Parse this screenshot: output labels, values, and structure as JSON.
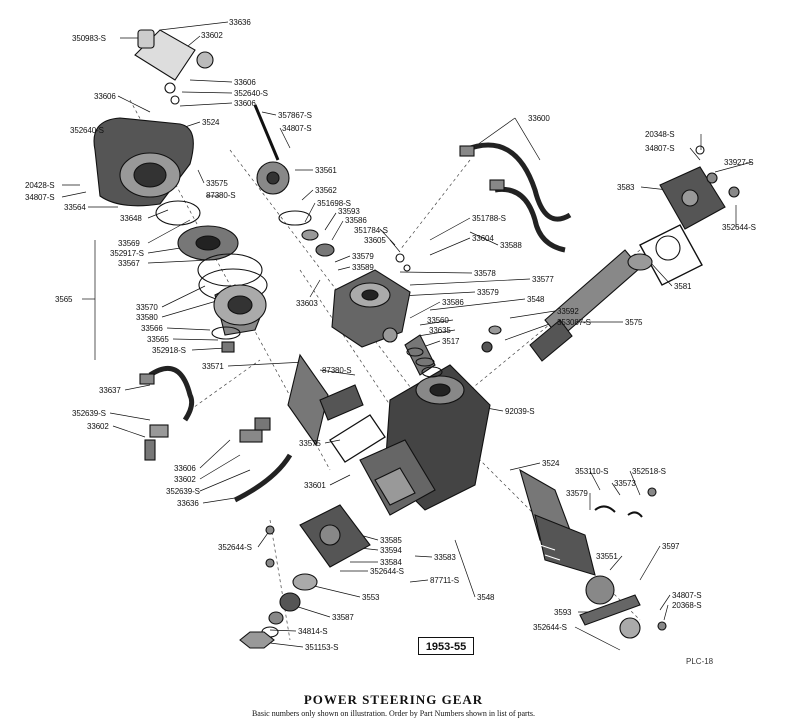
{
  "diagram": {
    "title": "POWER STEERING GEAR",
    "caption": "Basic numbers only shown on illustration.  Order by Part Numbers shown in list of parts.",
    "year_range": "1953-55",
    "plate_id": "PLC-18",
    "part_labels": [
      "350983-S",
      "33636",
      "33602",
      "33606",
      "352640-S",
      "33606",
      "33606",
      "357867-S",
      "34807-S",
      "352640-S",
      "3524",
      "33600",
      "20348-S",
      "34807-S",
      "33927-S",
      "33561",
      "20428-S",
      "34807-S",
      "33575",
      "87380-S",
      "33562",
      "351698-S",
      "3583",
      "33564",
      "33648",
      "33593",
      "33586",
      "351788-S",
      "351784-S",
      "33605",
      "33604",
      "352644-S",
      "33569",
      "352917-S",
      "33567",
      "33588",
      "33579",
      "33589",
      "33578",
      "33577",
      "3581",
      "3565",
      "33579",
      "3548",
      "33603",
      "33586",
      "33570",
      "33580",
      "33566",
      "33565",
      "352918-S",
      "33560",
      "33635",
      "3517",
      "33592",
      "353087-S",
      "3575",
      "33571",
      "87380-S",
      "33637",
      "352639-S",
      "33602",
      "92039-S",
      "33575",
      "33606",
      "33602",
      "352639-S",
      "33636",
      "33601",
      "3524",
      "353110-S",
      "352518-S",
      "33573",
      "33579",
      "352644-S",
      "33585",
      "33594",
      "33584",
      "33583",
      "352644-S",
      "33551",
      "3597",
      "87711-S",
      "3553",
      "3548",
      "33587",
      "34807-S",
      "20368-S",
      "3593",
      "352644-S",
      "34814-S",
      "351153-S"
    ]
  }
}
